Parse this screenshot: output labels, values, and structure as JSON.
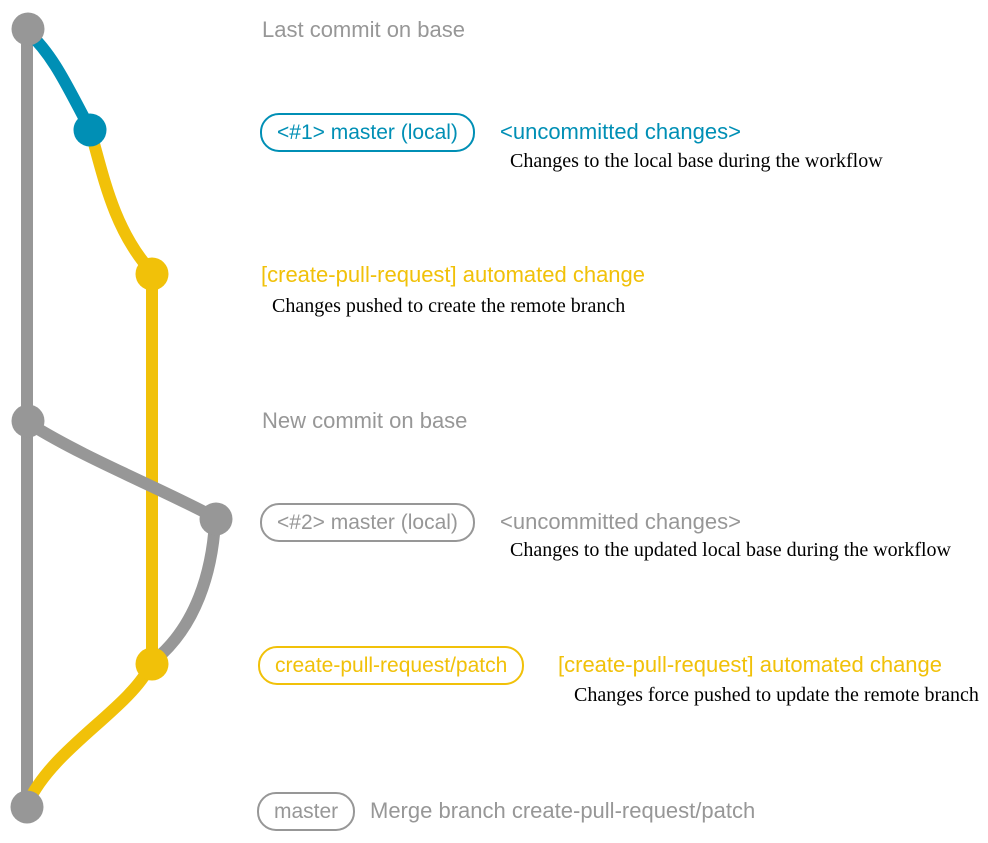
{
  "colors": {
    "base_gray": "#979797",
    "branch_teal": "#008fb5",
    "branch_yellow": "#f1c109",
    "annotation_black": "#000000",
    "background": "#ffffff"
  },
  "rows": {
    "row1": {
      "heading": "Last commit on base"
    },
    "row2": {
      "badge": "<#1> master (local)",
      "note": "<uncommitted changes>",
      "detail": "Changes to the local base during the workflow"
    },
    "row3": {
      "heading": "[create-pull-request] automated change",
      "detail": "Changes pushed to create the remote branch"
    },
    "row4": {
      "heading": "New commit on base"
    },
    "row5": {
      "badge": "<#2> master (local)",
      "note": "<uncommitted changes>",
      "detail": "Changes to the updated local base during the workflow"
    },
    "row6": {
      "badge": "create-pull-request/patch",
      "note": "[create-pull-request] automated change",
      "detail": "Changes force pushed to update the remote branch"
    },
    "row7": {
      "badge": "master",
      "note": "Merge branch create-pull-request/patch"
    }
  }
}
